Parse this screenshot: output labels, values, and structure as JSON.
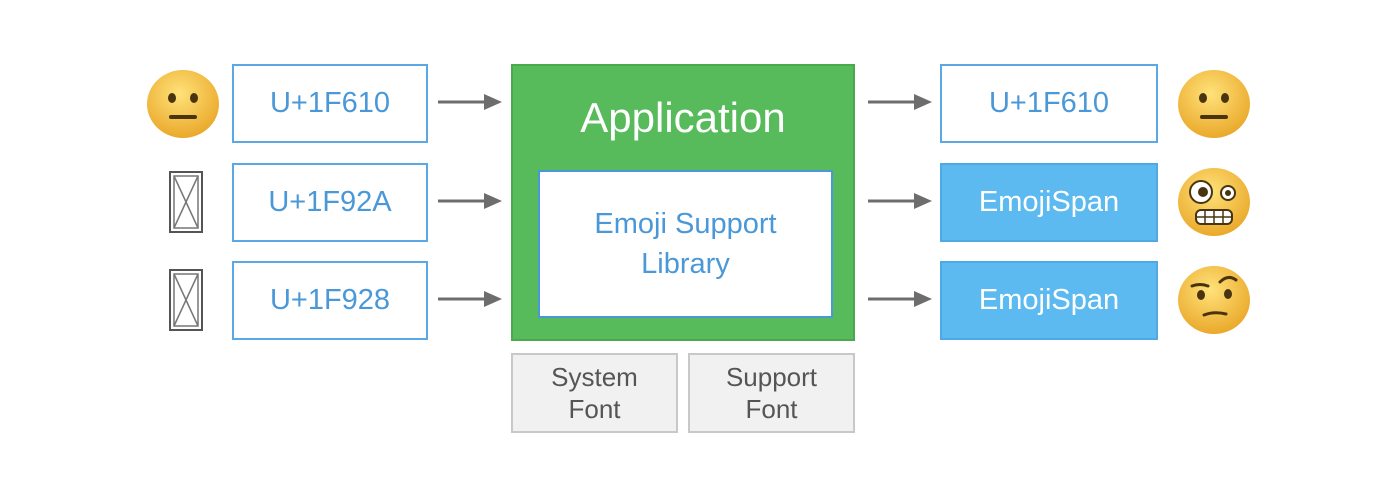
{
  "inputs": [
    {
      "code": "U+1F610",
      "glyph": "neutral-face-emoji"
    },
    {
      "code": "U+1F92A",
      "glyph": "missing-glyph-box"
    },
    {
      "code": "U+1F928",
      "glyph": "missing-glyph-box"
    }
  ],
  "application": {
    "title": "Application",
    "library_line1": "Emoji Support",
    "library_line2": "Library"
  },
  "fonts": {
    "system_line1": "System",
    "system_line2": "Font",
    "support_line1": "Support",
    "support_line2": "Font"
  },
  "outputs": [
    {
      "label": "U+1F610",
      "glyph": "neutral-face-emoji",
      "type": "codepoint"
    },
    {
      "label": "EmojiSpan",
      "glyph": "zany-face-emoji",
      "type": "span"
    },
    {
      "label": "EmojiSpan",
      "glyph": "raised-eyebrow-face-emoji",
      "type": "span"
    }
  ],
  "colors": {
    "application_green": "#57bb5b",
    "codepoint_blue": "#4a98d8",
    "emojispan_blue": "#5cbaf1",
    "emoji_yellow": "#f5c542"
  }
}
